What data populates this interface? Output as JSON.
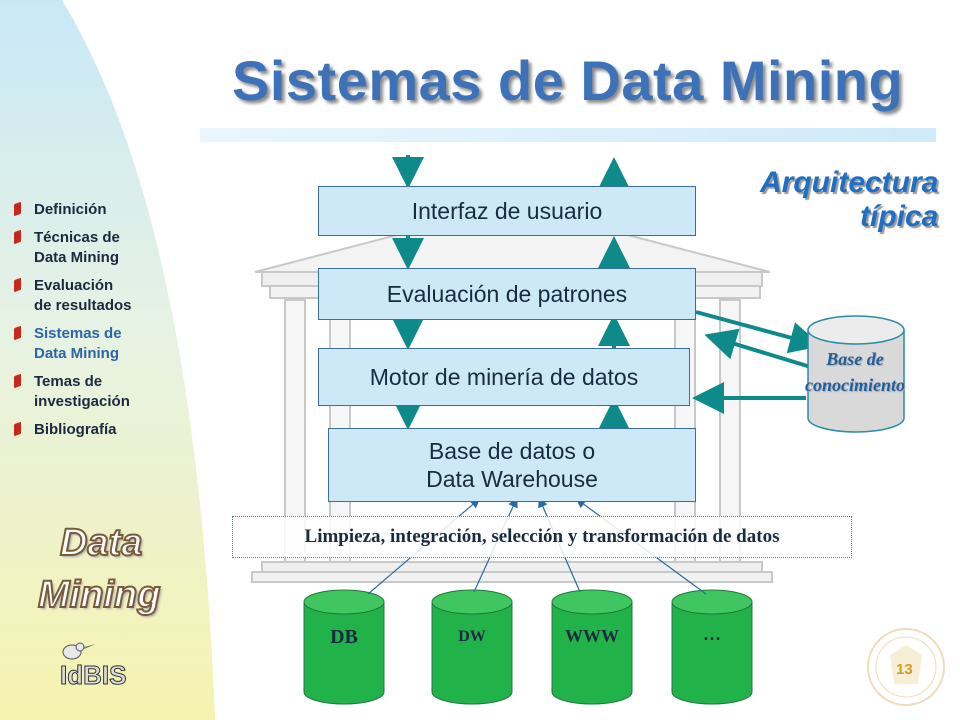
{
  "slide": {
    "title": "Sistemas de Data Mining",
    "subtitle_lines": [
      "Arquitectura",
      "típica"
    ],
    "page_number": "13"
  },
  "sidebar": {
    "items": [
      {
        "label": "Definición",
        "active": false
      },
      {
        "label": "Técnicas de\nData Mining",
        "active": false
      },
      {
        "label": "Evaluación\nde resultados",
        "active": false
      },
      {
        "label": "Sistemas de\nData Mining",
        "active": true
      },
      {
        "label": "Temas de\ninvestigación",
        "active": false
      },
      {
        "label": "Bibliografía",
        "active": false
      }
    ],
    "logo": {
      "word1": "Data",
      "word2": "Mining",
      "brand": "IdBIS"
    }
  },
  "diagram": {
    "layers": [
      "Interfaz de usuario",
      "Evaluación de patrones",
      "Motor de minería de datos",
      "Base de datos o\nData Warehouse"
    ],
    "knowledge_base": "Base de\nconocimiento",
    "cleaning": "Limpieza, integración, selección y transformación de datos",
    "sources": [
      "DB",
      "DW",
      "WWW",
      "…"
    ]
  },
  "colors": {
    "title": "#3d72b8",
    "box_fill": "#cde9f7",
    "arrow": "#0f8a8a",
    "bullet": "#c8281a",
    "sidebar_top": "#c9e8f7",
    "sidebar_bottom": "#f6f3b0",
    "cylinder": "#22b24a"
  }
}
